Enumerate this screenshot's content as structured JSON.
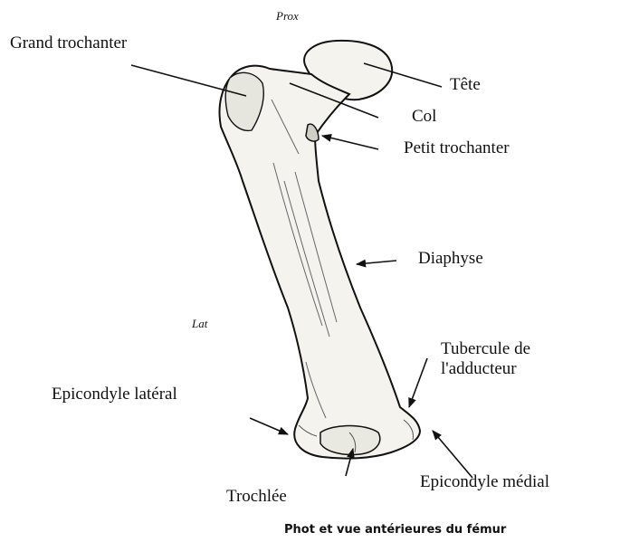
{
  "orientation": {
    "proximal": "Prox",
    "lateral": "Lat"
  },
  "labels": {
    "grand_trochanter": "Grand trochanter",
    "tete": "Tête",
    "col": "Col",
    "petit_trochanter": "Petit trochanter",
    "diaphyse": "Diaphyse",
    "tubercule_line1": "Tubercule de",
    "tubercule_line2": "l'adducteur",
    "epicondyle_lateral": "Epicondyle latéral",
    "epicondyle_medial": "Epicondyle médial",
    "trochlee": "Trochlée"
  },
  "caption": "Phot et vue antérieures du fémur",
  "colors": {
    "ink": "#111111",
    "bone_fill": "#f4f3ee",
    "bone_shade": "#cfcfc8"
  }
}
